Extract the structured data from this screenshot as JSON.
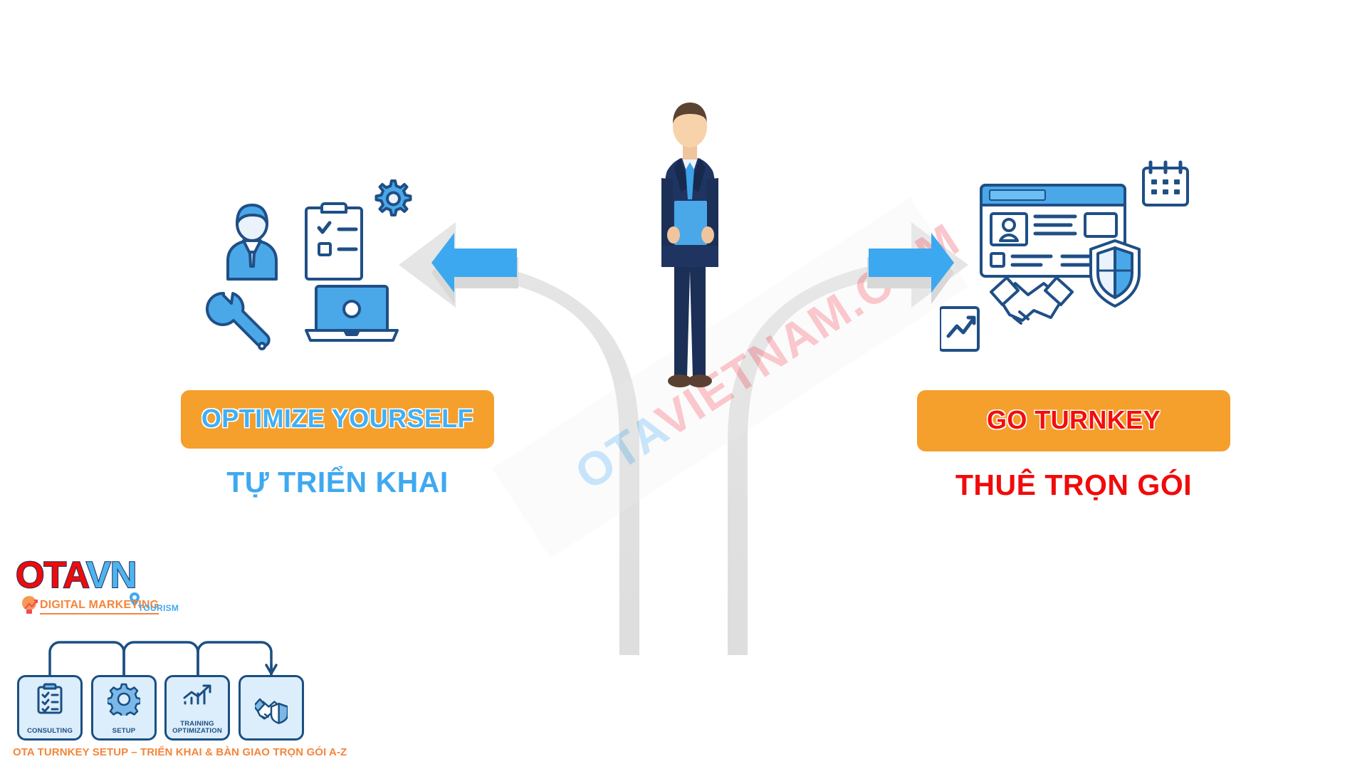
{
  "watermark": {
    "part1": "OTA",
    "part2": "VIETNAM.COM"
  },
  "center": {
    "figure_name": "businessman-at-crossroads",
    "tablet_color": "#4aa8e8",
    "suit_color": "#1f3461",
    "tie_color": "#3da2e8"
  },
  "road": {
    "color": "#e2e2e2",
    "shape": "forked-road-y-split"
  },
  "arrows": {
    "left": {
      "name": "left-arrow",
      "color": "#3ca8f0",
      "direction": "left"
    },
    "right": {
      "name": "right-arrow",
      "color": "#3ca8f0",
      "direction": "right"
    }
  },
  "options": {
    "left": {
      "pill_label": "OPTIMIZE YOURSELF",
      "pill_bg": "#f59f2d",
      "pill_text_color": "#40b0f5",
      "subtitle": "TỰ TRIỂN KHAI",
      "subtitle_color": "#3fa9f0",
      "icons": [
        "consultant-avatar-icon",
        "clipboard-checklist-icon",
        "gear-icon",
        "wrench-icon",
        "laptop-icon"
      ]
    },
    "right": {
      "pill_label": "GO TURNKEY",
      "pill_bg": "#f59f2d",
      "pill_text_color": "#f40d0d",
      "subtitle": "THUÊ TRỌN GÓI",
      "subtitle_color": "#f00b0b",
      "icons": [
        "browser-profile-window-icon",
        "calendar-icon",
        "shield-icon",
        "handshake-icon",
        "chart-badge-icon"
      ]
    }
  },
  "logo": {
    "word_part1": "OTA",
    "word_part2": "VN",
    "tagline_primary": "DIGITAL MARKETING",
    "tagline_secondary": "TOURISM",
    "color_part1": "#f00b0b",
    "color_part2": "#4fb3ef",
    "color_tagline_primary": "#f5853a",
    "color_tagline_secondary": "#3fa9f0",
    "icons": [
      "lightbulb-growth-icon",
      "map-pin-icon"
    ]
  },
  "process": {
    "caption": "OTA TURNKEY SETUP – TRIỂN KHAI & BÀN GIAO TRỌN GÓI A-Z",
    "caption_color": "#f5853a",
    "card_bg": "#dcedfb",
    "card_border": "#1b4f83",
    "steps": [
      {
        "label": "CONSULTING",
        "icon": "clipboard-checklist-icon"
      },
      {
        "label": "SETUP",
        "icon": "gear-icon"
      },
      {
        "label": "TRAINING\nOPTIMIZATION",
        "label_line1": "TRAINING",
        "label_line2": "OPTIMIZATION",
        "icon": "growth-chart-icon"
      },
      {
        "label": "",
        "icon": "handshake-shield-icon"
      }
    ]
  }
}
